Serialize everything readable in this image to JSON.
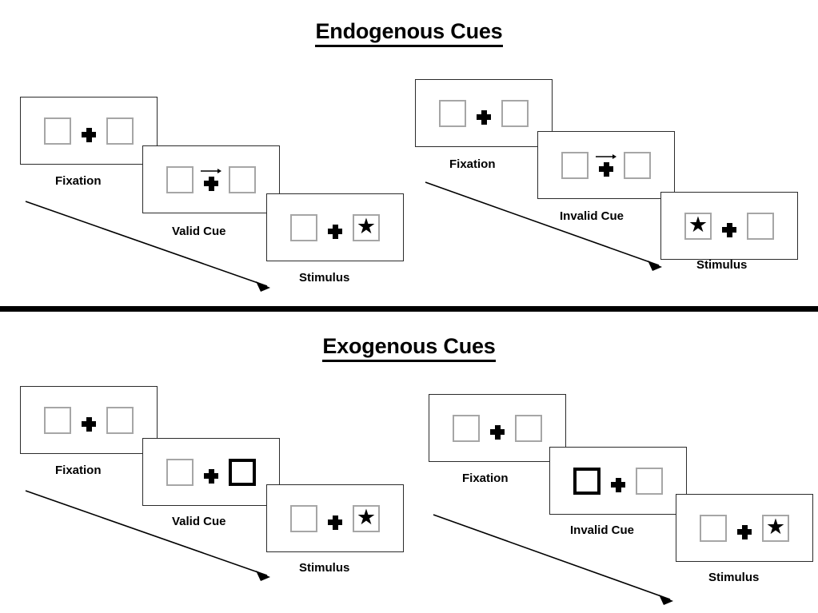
{
  "figure": {
    "title_endogenous": "Endogenous Cues",
    "title_exogenous": "Exogenous Cues"
  },
  "sections": [
    {
      "id": "endogenous",
      "title": "Endogenous Cues",
      "cue_type": "central-arrow",
      "columns": [
        {
          "id": "endogenous-valid",
          "condition": "valid",
          "panels": [
            {
              "label": "Fixation",
              "left_box": "empty",
              "right_box": "empty",
              "cue": "none"
            },
            {
              "label": "Valid Cue",
              "left_box": "empty",
              "right_box": "empty",
              "cue": "arrow-right"
            },
            {
              "label": "Stimulus",
              "left_box": "empty",
              "right_box": "star",
              "cue": "none"
            }
          ]
        },
        {
          "id": "endogenous-invalid",
          "condition": "invalid",
          "panels": [
            {
              "label": "Fixation",
              "left_box": "empty",
              "right_box": "empty",
              "cue": "none"
            },
            {
              "label": "Invalid Cue",
              "left_box": "empty",
              "right_box": "empty",
              "cue": "arrow-right"
            },
            {
              "label": "Stimulus",
              "left_box": "star",
              "right_box": "empty",
              "cue": "none"
            }
          ]
        }
      ]
    },
    {
      "id": "exogenous",
      "title": "Exogenous Cues",
      "cue_type": "peripheral-box-flash",
      "columns": [
        {
          "id": "exogenous-valid",
          "condition": "valid",
          "panels": [
            {
              "label": "Fixation",
              "left_box": "empty",
              "right_box": "empty",
              "cue": "none"
            },
            {
              "label": "Valid Cue",
              "left_box": "empty",
              "right_box": "cued",
              "cue": "none"
            },
            {
              "label": "Stimulus",
              "left_box": "empty",
              "right_box": "star",
              "cue": "none"
            }
          ]
        },
        {
          "id": "exogenous-invalid",
          "condition": "invalid",
          "panels": [
            {
              "label": "Fixation",
              "left_box": "empty",
              "right_box": "empty",
              "cue": "none"
            },
            {
              "label": "Invalid Cue",
              "left_box": "cued",
              "right_box": "empty",
              "cue": "none"
            },
            {
              "label": "Stimulus",
              "left_box": "empty",
              "right_box": "star",
              "cue": "none"
            }
          ]
        }
      ]
    }
  ],
  "glyphs": {
    "star": "★",
    "cross": "fixation-cross",
    "arrow": "arrow-right-icon"
  },
  "colors": {
    "ink": "#000000",
    "frame_border": "#2b2b2b",
    "box_border": "#a6a6a6",
    "box_cued_border": "#000000",
    "background": "#ffffff"
  }
}
